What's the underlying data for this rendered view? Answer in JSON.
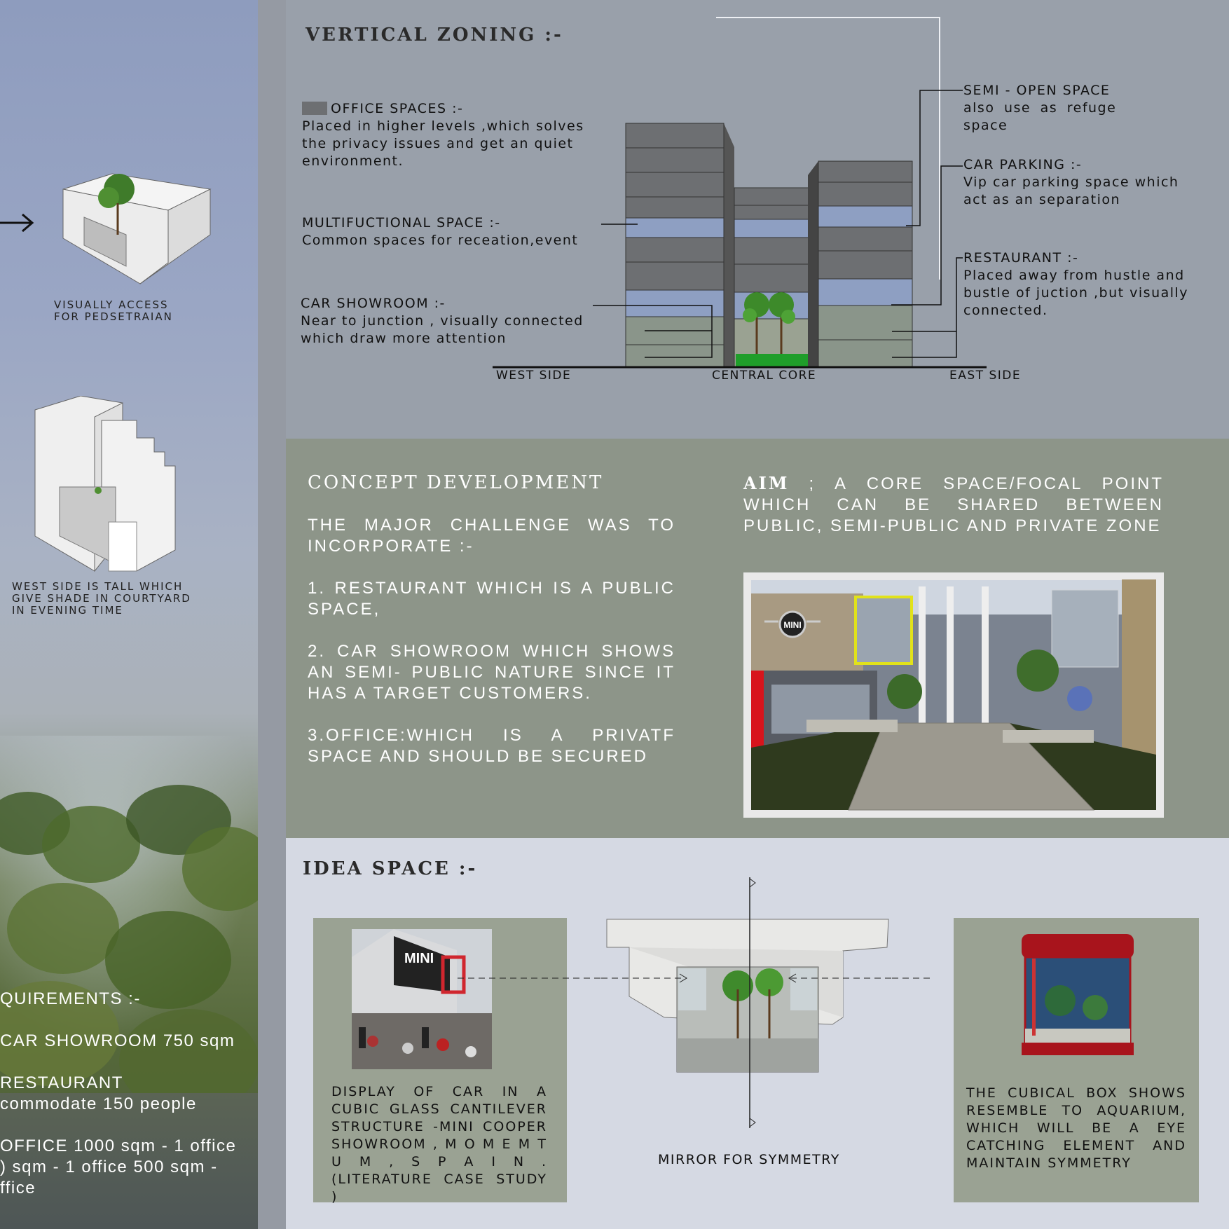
{
  "left_panel": {
    "caption1": [
      "VISUALLY ACCESS",
      "FOR PEDSETRAIAN"
    ],
    "caption2": [
      "WEST SIDE IS TALL WHICH",
      "GIVE SHADE IN COURTYARD",
      "IN EVENING TIME"
    ],
    "requirements_title": "QUIREMENTS :-",
    "requirements": [
      "CAR SHOWROOM 750 sqm",
      "RESTAURANT",
      "commodate 150 people",
      "OFFICE 1000 sqm - 1 office",
      ") sqm - 1 office 500 sqm -",
      "ffice"
    ]
  },
  "vertical_zoning": {
    "title": "VERTICAL ZONING  :-",
    "office_title": "OFFICE SPACES :-",
    "office_desc": [
      "Placed in higher levels ,which solves",
      "the privacy issues and get an quiet",
      "environment."
    ],
    "multi_title": "MULTIFUCTIONAL SPACE :-",
    "multi_desc": "Common spaces for receation,event",
    "showroom_title": "CAR SHOWROOM :-",
    "showroom_desc": [
      "Near to junction , visually connected",
      "which draw more attention"
    ],
    "semi_title": "SEMI - OPEN SPACE",
    "semi_desc": "also  use  as  refuge  space",
    "parking_title": "CAR PARKING :-",
    "parking_desc": [
      "Vip car parking space which",
      "act as an separation"
    ],
    "restaurant_title": "RESTAURANT :-",
    "restaurant_desc": [
      "Placed away from hustle and",
      "bustle of juction ,but visually",
      "connected."
    ],
    "west": "WEST SIDE",
    "central": "CENTRAL CORE",
    "east": "EAST SIDE"
  },
  "concept": {
    "title": "CONCEPT DEVELOPMENT",
    "p1": "THE MAJOR CHALLENGE WAS TO INCORPORATE :-",
    "p2": "1. RESTAURANT WHICH IS A PUBLIC SPACE,",
    "p3": " 2. CAR SHOWROOM WHICH SHOWS AN SEMI- PUBLIC NATURE SINCE IT HAS A TARGET CUSTOMERS.",
    "p4": "3.OFFICE:WHICH IS A PRIVATF SPACE AND SHOULD BE SECURED",
    "aim_label": "AIM",
    "aim_text": " ; A CORE SPACE/FOCAL POINT WHICH CAN BE SHARED BETWEEN PUBLIC, SEMI-PUBLIC AND PRIVATE ZONE",
    "render_sign": "MINI"
  },
  "idea": {
    "title": "IDEA SPACE :-",
    "left_caption": "DISPLAY OF CAR IN A CUBIC GLASS CANTILEVER STRUCTURE -MINI COOPER SHOWROOM , M O M E M T U M , S P A I N . (LITERATURE CASE STUDY )",
    "left_sign": "MINI",
    "center_caption": "MIRROR FOR SYMMETRY",
    "right_caption": "THE CUBICAL BOX SHOWS RESEMBLE TO AQUARIUM, WHICH WILL BE A EYE CATCHING ELEMENT AND MAINTAIN SYMMETRY"
  },
  "colors": {
    "office_grey": "#6d6f72",
    "multi_blue": "#8e9fc2",
    "showroom_green": "#8a958a",
    "core_green": "#1f9e2a"
  }
}
